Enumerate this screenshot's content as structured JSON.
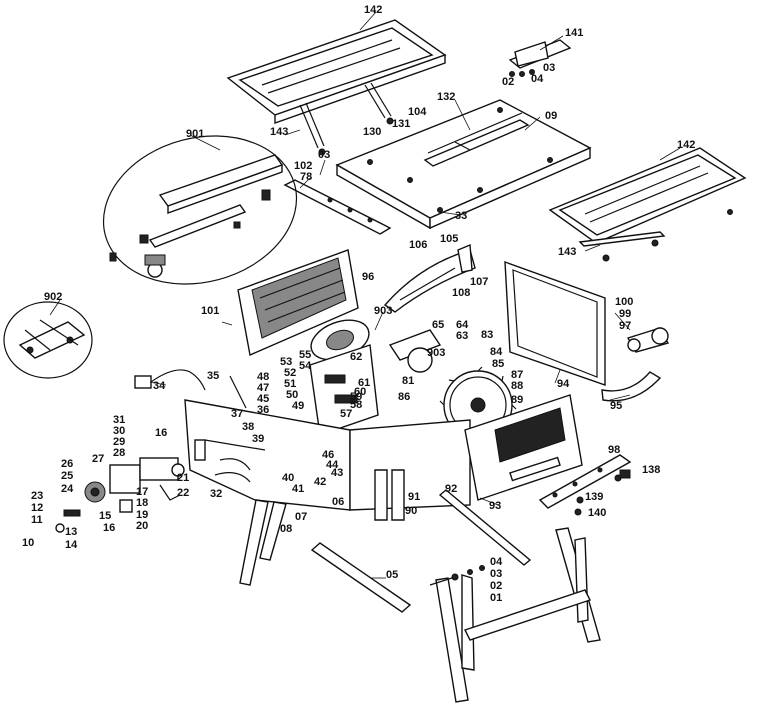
{
  "labels": {
    "p142a": "142",
    "p141": "141",
    "p03a": "03",
    "p02a": "02",
    "p04a": "04",
    "p132": "132",
    "p104": "104",
    "p09": "09",
    "p131": "131",
    "p130": "130",
    "p143a": "143",
    "p901": "901",
    "p03b": "03",
    "p102": "102",
    "p78": "78",
    "p33": "33",
    "p142b": "142",
    "p143b": "143",
    "p106": "106",
    "p105": "105",
    "p107": "107",
    "p108": "108",
    "p96": "96",
    "p101": "101",
    "p903a": "903",
    "p65": "65",
    "p64": "64",
    "p63": "63",
    "p83": "83",
    "p84": "84",
    "p85": "85",
    "p903b": "903",
    "p62": "62",
    "p100": "100",
    "p99": "99",
    "p97": "97",
    "p94": "94",
    "p95": "95",
    "p902": "902",
    "p34": "34",
    "p35": "35",
    "p48": "48",
    "p47": "47",
    "p45": "45",
    "p36": "36",
    "p52": "52",
    "p51": "51",
    "p50": "50",
    "p49": "49",
    "p55": "55",
    "p54": "54",
    "p53": "53",
    "p61": "61",
    "p60": "60",
    "p59": "59",
    "p58": "58",
    "p57": "57",
    "p81": "81",
    "p86": "86",
    "p87": "87",
    "p88": "88",
    "p89": "89",
    "p37": "37",
    "p38": "38",
    "p39": "39",
    "p31": "31",
    "p30": "30",
    "p29": "29",
    "p28": "28",
    "p16a": "16",
    "p27": "27",
    "p26": "26",
    "p25": "25",
    "p24": "24",
    "p23": "23",
    "p12": "12",
    "p11": "11",
    "p10": "10",
    "p13": "13",
    "p14": "14",
    "p15": "15",
    "p16b": "16",
    "p17": "17",
    "p18": "18",
    "p19": "19",
    "p20": "20",
    "p21": "21",
    "p22": "22",
    "p32": "32",
    "p40": "40",
    "p41": "41",
    "p42": "42",
    "p43": "43",
    "p44": "44",
    "p46": "46",
    "p06": "06",
    "p07": "07",
    "p08": "08",
    "p91": "91",
    "p90": "90",
    "p92": "92",
    "p93": "93",
    "p98": "98",
    "p138": "138",
    "p139": "139",
    "p140": "140",
    "p05": "05",
    "p04b": "04",
    "p03c": "03",
    "p02b": "02",
    "p01": "01"
  }
}
